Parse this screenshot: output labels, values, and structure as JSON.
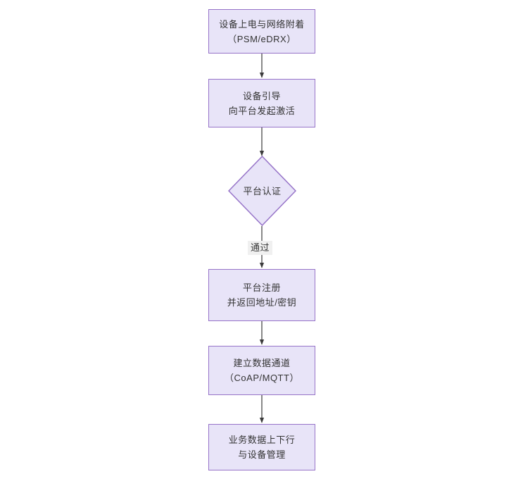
{
  "diagram": {
    "type": "flowchart",
    "orientation": "top-to-bottom",
    "background_color": "#ffffff",
    "node_fill_color": "#e8e4f8",
    "node_border_color": "#9673c8",
    "text_color": "#333333",
    "connector_color": "#3b3b3b",
    "title": "",
    "nodes": [
      {
        "id": "n1",
        "shape": "rectangle",
        "line1": "设备上电与网络附着",
        "line2": "（PSM/eDRX）"
      },
      {
        "id": "n2",
        "shape": "rectangle",
        "line1": "设备引导",
        "line2": "向平台发起激活"
      },
      {
        "id": "n3",
        "shape": "diamond",
        "line1": "平台认证",
        "line2": ""
      },
      {
        "id": "n4",
        "shape": "rectangle",
        "line1": "平台注册",
        "line2": "并返回地址/密钥"
      },
      {
        "id": "n5",
        "shape": "rectangle",
        "line1": "建立数据通道",
        "line2": "（CoAP/MQTT）"
      },
      {
        "id": "n6",
        "shape": "rectangle",
        "line1": "业务数据上下行",
        "line2": "与设备管理"
      }
    ],
    "edges": [
      {
        "id": "e1",
        "from": "n1",
        "to": "n2",
        "label": ""
      },
      {
        "id": "e2",
        "from": "n2",
        "to": "n3",
        "label": ""
      },
      {
        "id": "e3",
        "from": "n3",
        "to": "n4",
        "label": "通过"
      },
      {
        "id": "e4",
        "from": "n4",
        "to": "n5",
        "label": ""
      },
      {
        "id": "e5",
        "from": "n5",
        "to": "n6",
        "label": ""
      }
    ]
  }
}
